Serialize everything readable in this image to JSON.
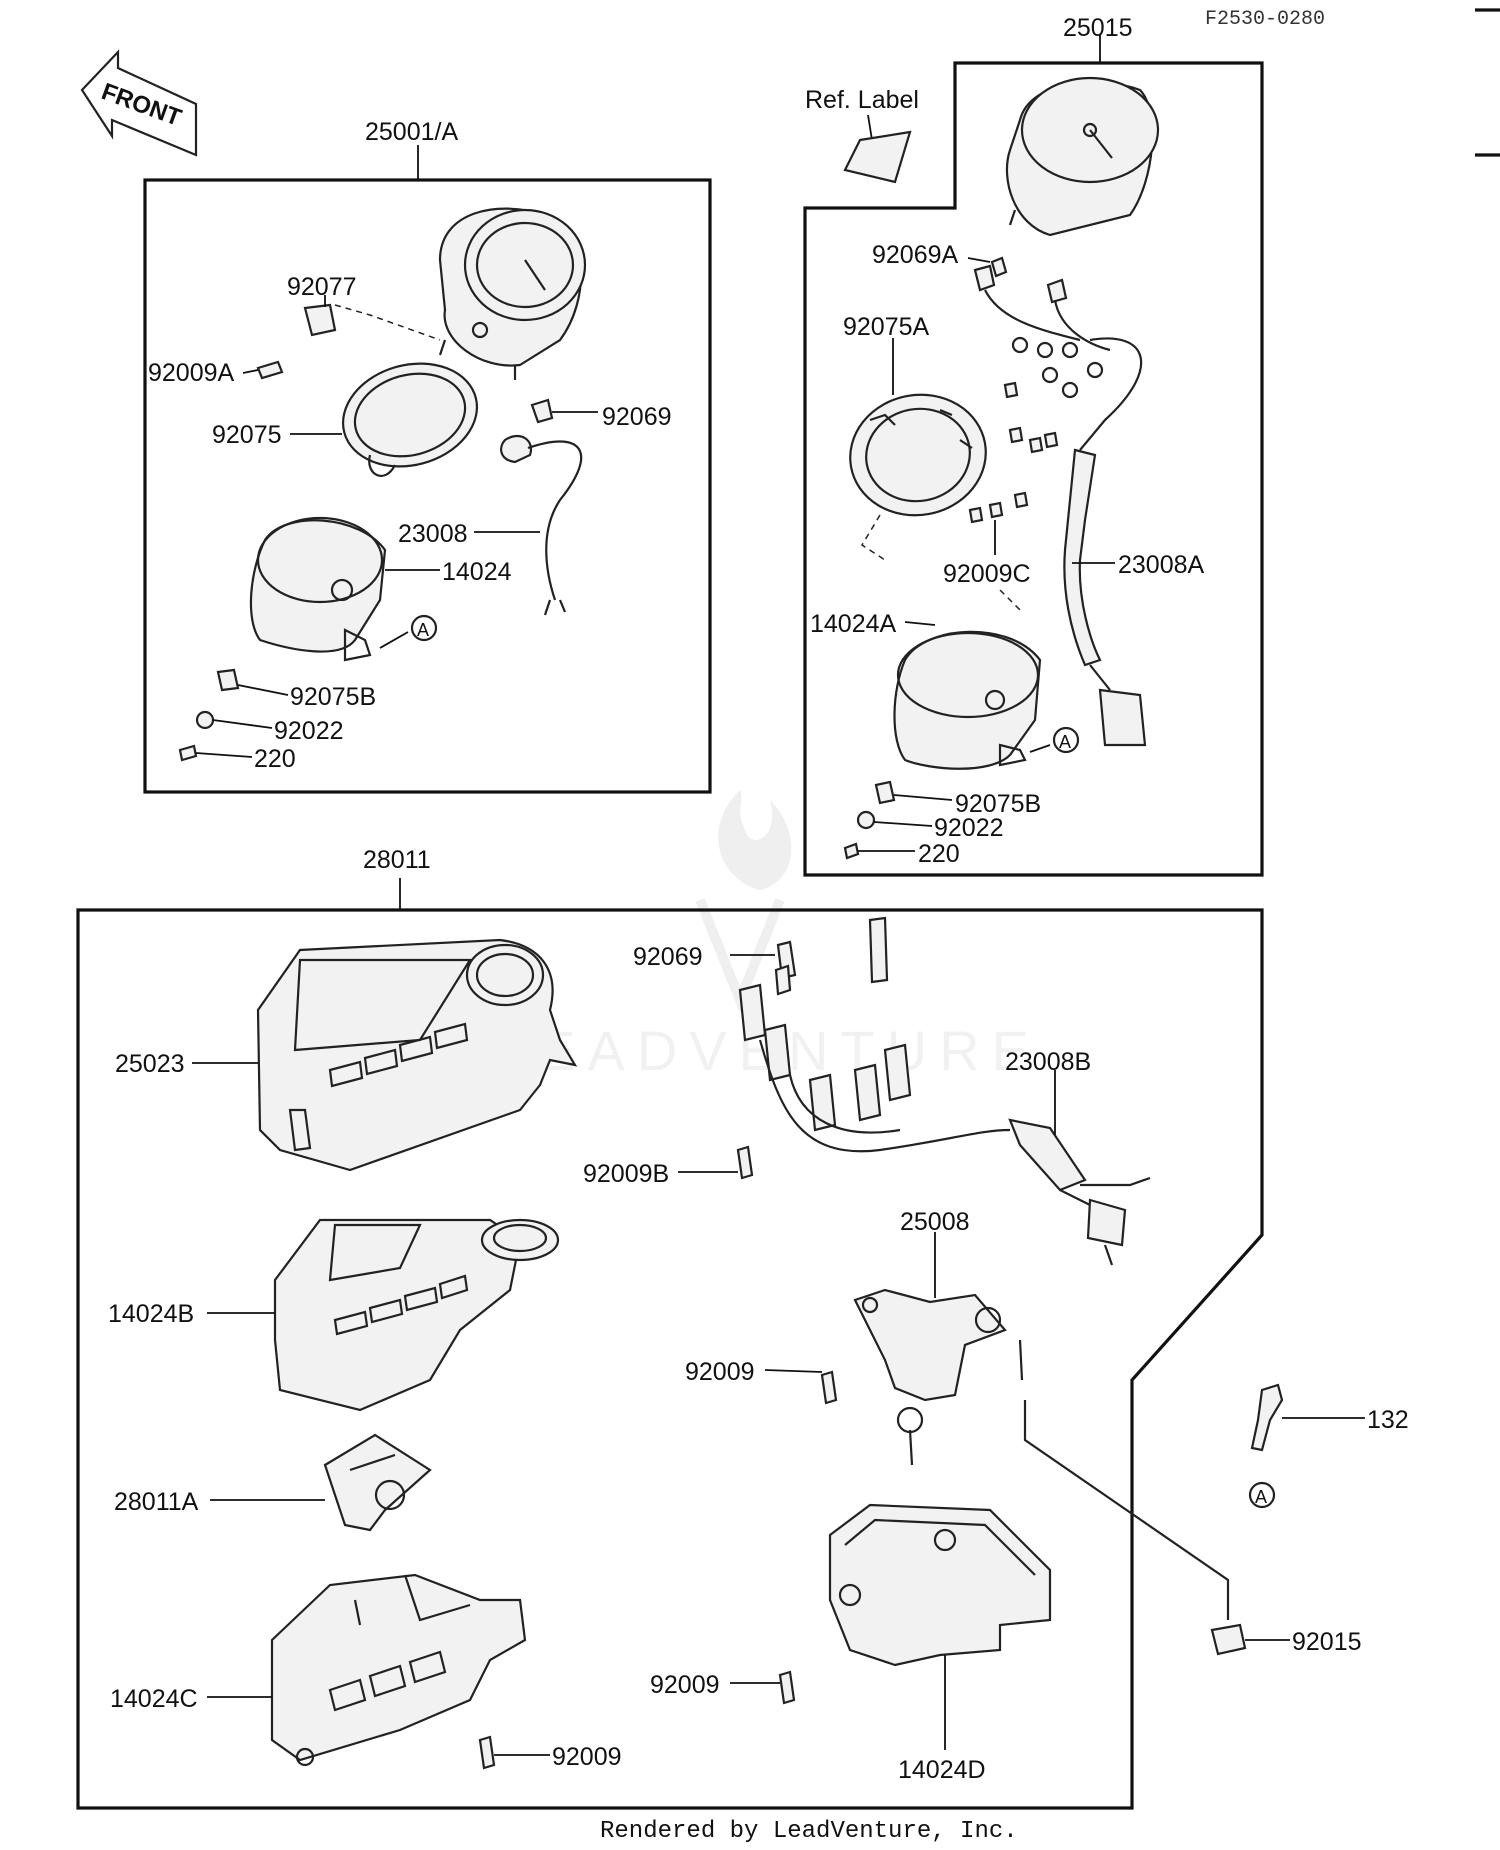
{
  "header": {
    "ref_code": "F2530-0280"
  },
  "footer": {
    "rendered_by": "Rendered by LeadVenture, Inc."
  },
  "front_arrow": {
    "label": "FRONT"
  },
  "ref_label": {
    "text": "Ref. Label"
  },
  "callout_mark": "A",
  "watermark": {
    "text": "LEADVENTURE"
  },
  "groups": {
    "top_left": "25001/A",
    "top_right": "25015",
    "bottom": "28011"
  },
  "parts": {
    "p92077": "92077",
    "p92009A": "92009A",
    "p92075": "92075",
    "p92069_tl": "92069",
    "p23008": "23008",
    "p14024": "14024",
    "p92075B_tl": "92075B",
    "p92022_tl": "92022",
    "p220_tl": "220",
    "p92069A": "92069A",
    "p92075A": "92075A",
    "p92009C": "92009C",
    "p23008A": "23008A",
    "p14024A": "14024A",
    "p92075B_tr": "92075B",
    "p92022_tr": "92022",
    "p220_tr": "220",
    "p92069_b": "92069",
    "p25023": "25023",
    "p23008B": "23008B",
    "p92009B": "92009B",
    "p25008": "25008",
    "p14024B": "14024B",
    "p92009_a": "92009",
    "p28011A": "28011A",
    "p132": "132",
    "p92015": "92015",
    "p92009_b": "92009",
    "p14024C": "14024C",
    "p92009_c": "92009",
    "p14024D": "14024D"
  }
}
